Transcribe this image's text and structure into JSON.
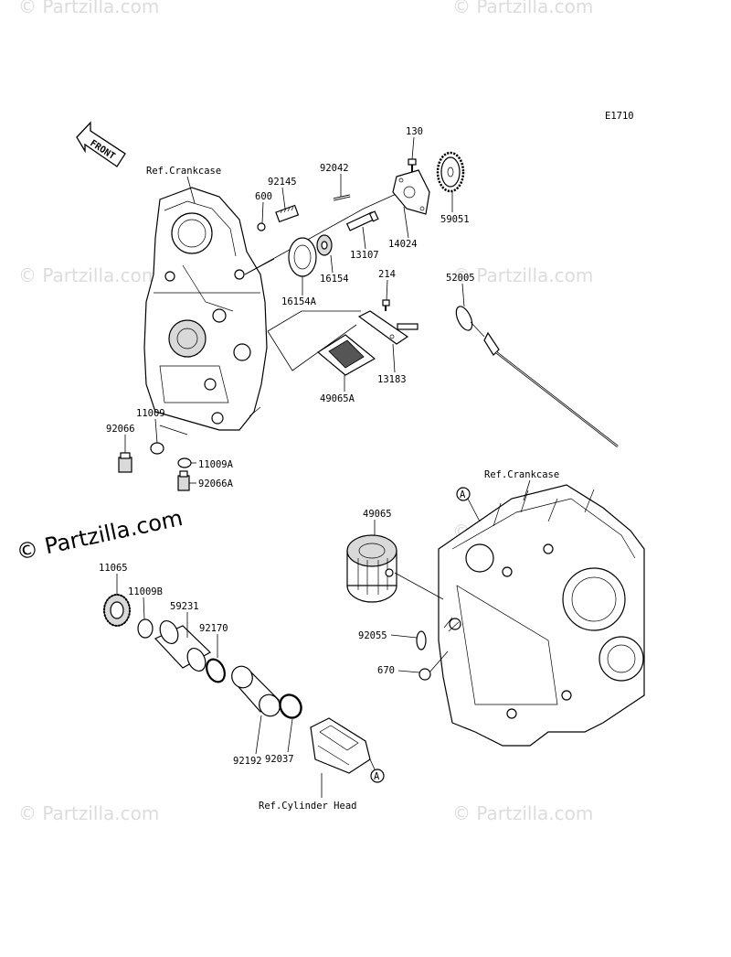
{
  "diagram_code": "E1710",
  "front_label": "FRONT",
  "references": {
    "crankcase_top": "Ref.Crankcase",
    "crankcase_right": "Ref.Crankcase",
    "cylinder_head": "Ref.Cylinder Head",
    "marker": "A"
  },
  "watermark": {
    "main": "© Partzilla.com",
    "faint": "© Partzilla.com"
  },
  "parts": {
    "p130": "130",
    "p92042": "92042",
    "p92145": "92145",
    "p600": "600",
    "p59051": "59051",
    "p14024": "14024",
    "p13107": "13107",
    "p16154": "16154",
    "p16154A": "16154A",
    "p214": "214",
    "p52005": "52005",
    "p13183": "13183",
    "p49065A": "49065A",
    "p11009": "11009",
    "p92066": "92066",
    "p11009A": "11009A",
    "p92066A": "92066A",
    "p49065": "49065",
    "p11065": "11065",
    "p11009B": "11009B",
    "p59231": "59231",
    "p92170": "92170",
    "p92055": "92055",
    "p670": "670",
    "p92192": "92192",
    "p92037": "92037"
  }
}
